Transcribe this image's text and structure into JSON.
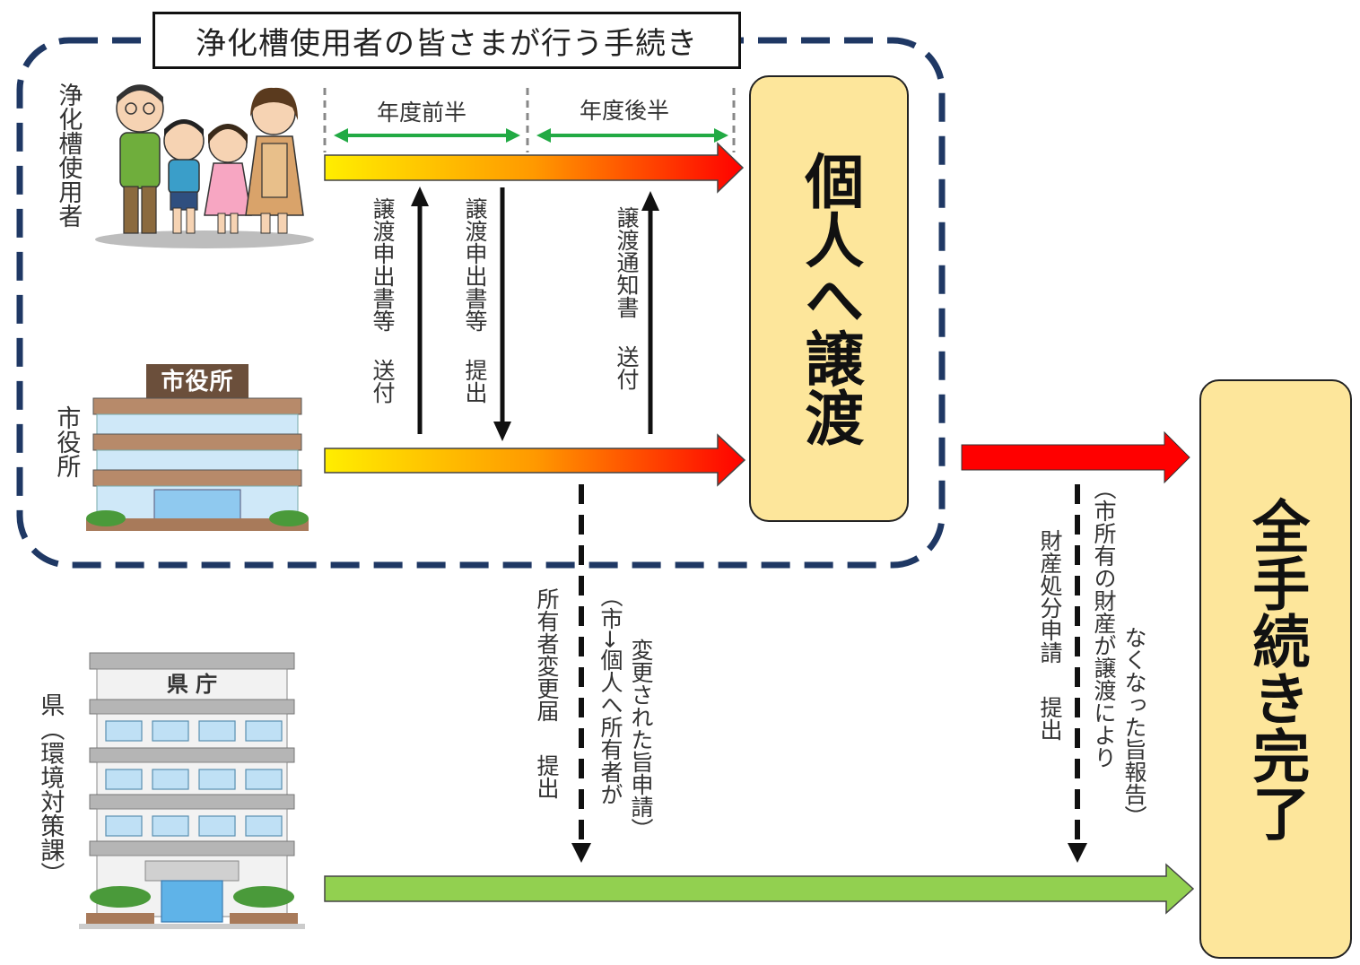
{
  "title": "浄化槽使用者の皆さまが行う手続き",
  "actors": {
    "user": "浄化槽使用者",
    "city": "市役所",
    "prefecture_name": "県",
    "prefecture_dept": "（環境対策課）"
  },
  "periods": {
    "first_half": "年度前半",
    "second_half": "年度後半"
  },
  "flows": {
    "transfer_request_send": {
      "doc": "譲渡申出書等",
      "action": "送付"
    },
    "transfer_request_submit": {
      "doc": "譲渡申出書等",
      "action": "提出"
    },
    "transfer_notice_send": {
      "doc": "譲渡通知書",
      "action": "送付"
    },
    "owner_change": {
      "doc": "所有者変更届",
      "action": "提出",
      "note_1": "（市→個人へ所有者が",
      "note_2": "変更された旨申請）"
    },
    "property_disposal": {
      "doc": "財産処分申請",
      "action": "提出",
      "note_1": "（市所有の財産が譲渡により",
      "note_2": "なくなった旨報告）"
    }
  },
  "milestones": {
    "transfer_to_individual": "個人へ譲渡",
    "all_complete": "全手続き完了"
  },
  "signs": {
    "city_hall": "市役所",
    "prefecture_office": "県 庁"
  },
  "colors": {
    "frame": "#1f3864",
    "milestone_fill": "#fde69b",
    "period_arrow": "#22aa44",
    "gradient_start": "#ffee00",
    "gradient_end": "#ff0000",
    "final_arrow": "#ff0000",
    "prefecture_arrow": "#92d050"
  }
}
